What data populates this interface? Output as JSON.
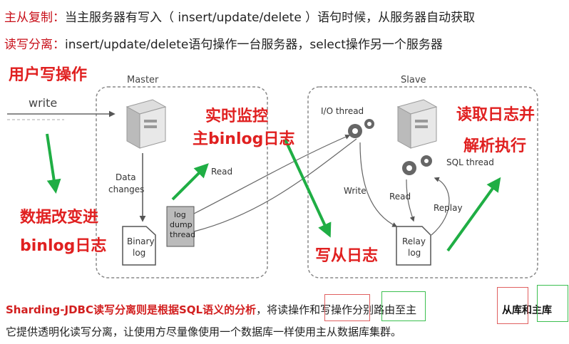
{
  "header": {
    "line1_label": "主从复制：",
    "line1_text": "当主服务器有写入（ insert/update/delete ）语句时候，从服务器自动获取",
    "line2_label": "读写分离：",
    "line2_text": "insert/update/delete语句操作一台服务器，select操作另一个服务器"
  },
  "diagram": {
    "master_title": "Master",
    "slave_title": "Slave",
    "write": "write",
    "data_changes_1": "Data",
    "data_changes_2": "changes",
    "binary_log_1": "Binary",
    "binary_log_2": "log",
    "log_dump_1": "log",
    "log_dump_2": "dump",
    "log_dump_3": "thread",
    "read_1": "Read",
    "io_thread": "I/O thread",
    "sql_thread": "SQL thread",
    "write_2": "Write",
    "read_2": "Read",
    "replay": "Replay",
    "relay_log_1": "Relay",
    "relay_log_2": "log",
    "ann_user_write": "用户写操作",
    "ann_binlog_1": "数据改变进",
    "ann_binlog_2": "binlog日志",
    "ann_monitor_1": "实时监控",
    "ann_monitor_2": "主binlog日志",
    "ann_write_slave": "写从日志",
    "ann_parse_1": "读取日志并",
    "ann_parse_2": "解析执行"
  },
  "footer": {
    "red_text": "Sharding-JDBC读写分离则是根据SQL语义的分析",
    "rest_text": "，将读操作和写操作分别路由至主",
    "line2": "它提供透明化读写分离，让使用方尽量像使用一个数据库一样使用主从数据库集群。",
    "tag_slave_main": "从库和主库"
  },
  "colors": {
    "red": "#e02020",
    "green": "#1fae44",
    "gray": "#555555"
  }
}
